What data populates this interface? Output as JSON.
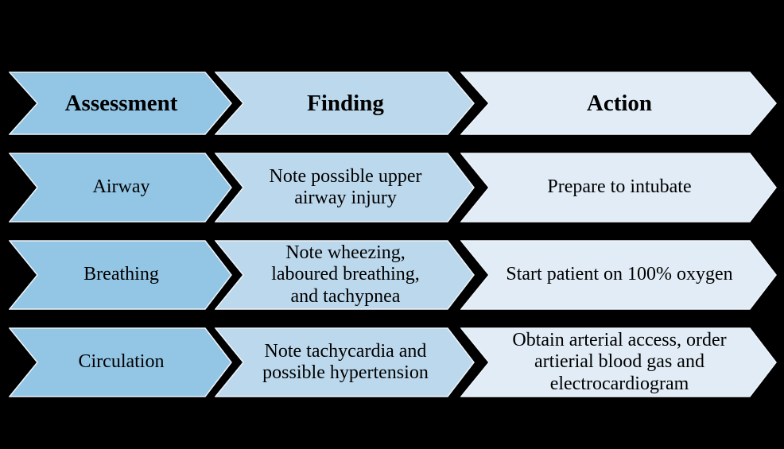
{
  "diagram": {
    "background": "#000000",
    "outline_color": "#EFF6FB",
    "columns": [
      {
        "id": "assessment",
        "header": "Assessment",
        "fill": "#93C5E5"
      },
      {
        "id": "finding",
        "header": "Finding",
        "fill": "#BCD8EC"
      },
      {
        "id": "action",
        "header": "Action",
        "fill": "#E1ECF6"
      }
    ],
    "rows": [
      {
        "assessment": "Airway",
        "finding": "Note possible upper\nairway injury",
        "action": "Prepare to intubate"
      },
      {
        "assessment": "Breathing",
        "finding": "Note wheezing,\nlaboured breathing,\nand tachypnea",
        "action": "Start patient on 100% oxygen"
      },
      {
        "assessment": "Circulation",
        "finding": "Note tachycardia and\npossible hypertension",
        "action": "Obtain arterial access, order\nartierial blood gas and\nelectrocardiogram"
      }
    ]
  }
}
